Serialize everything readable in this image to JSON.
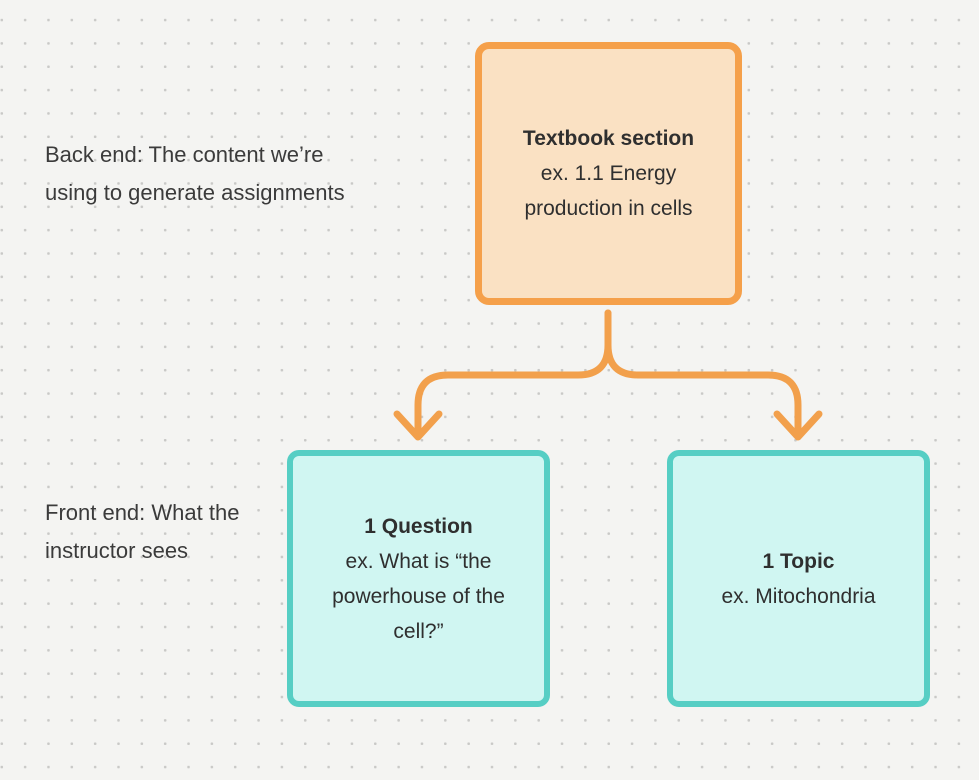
{
  "canvas": {
    "background_color": "#F4F4F2",
    "dot_color": "#C9C9C7"
  },
  "annotations": {
    "back_end": "Back end: The content we’re\nusing to generate assignments",
    "front_end": "Front end: What the\ninstructor sees"
  },
  "diagram": {
    "connector_color": "#F2A04C",
    "text_color": "#2F2F2F",
    "nodes": [
      {
        "id": "textbook-section",
        "title": "Textbook section",
        "subtitle": "ex. 1.1 Energy\nproduction in cells",
        "border_color": "#F5A04A",
        "fill_color": "#FAE1C3"
      },
      {
        "id": "question",
        "title": "1 Question",
        "subtitle": "ex. What is “the\npowerhouse of the\ncell?”",
        "border_color": "#56CEC4",
        "fill_color": "#D0F6F2"
      },
      {
        "id": "topic",
        "title": "1 Topic",
        "subtitle": "ex. Mitochondria",
        "border_color": "#56CEC4",
        "fill_color": "#D0F6F2"
      }
    ]
  }
}
